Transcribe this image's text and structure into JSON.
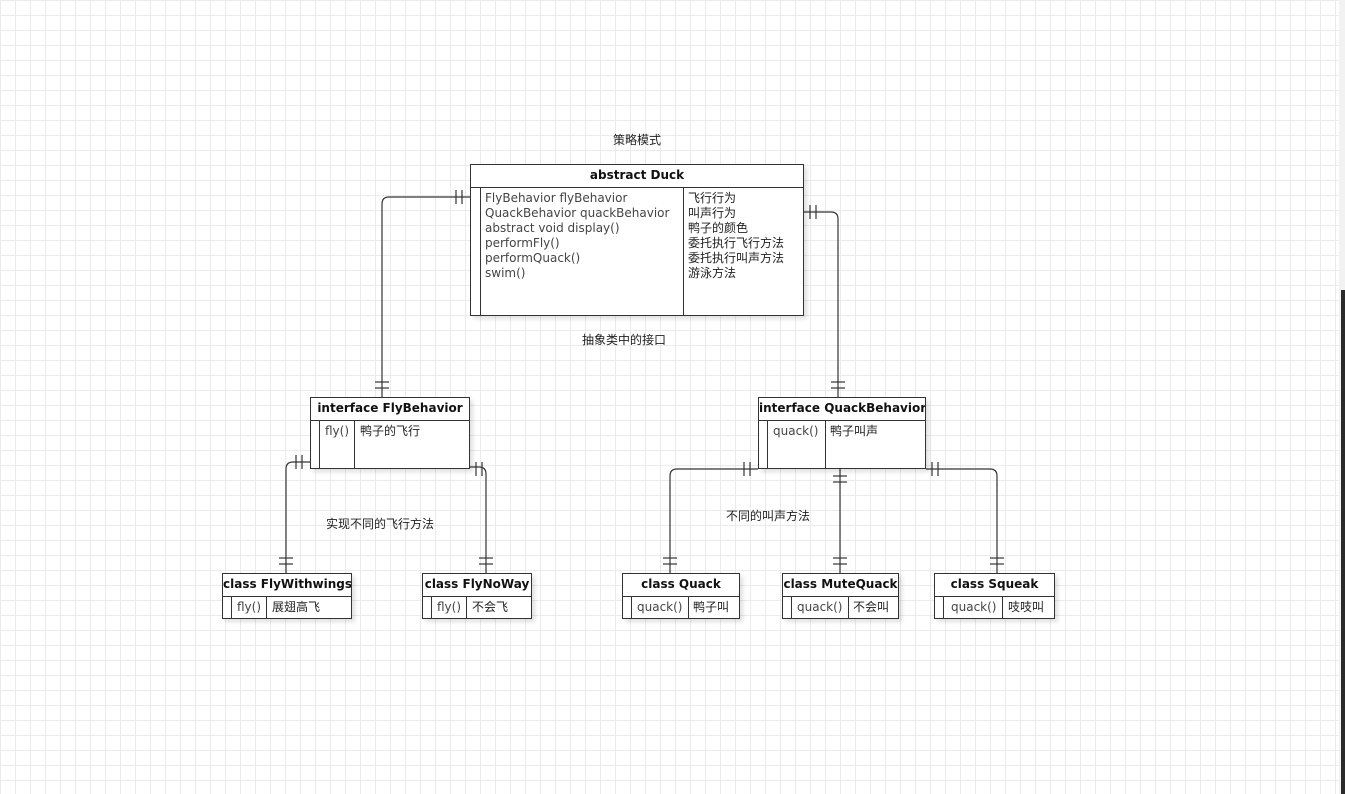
{
  "diagram_title": "策略模式",
  "annotations": {
    "interfaces_in_abstract": "抽象类中的接口",
    "fly_implementations": "实现不同的飞行方法",
    "quack_implementations": "不同的叫声方法"
  },
  "duck": {
    "title": "abstract Duck",
    "members": [
      "FlyBehavior flyBehavior",
      "QuackBehavior quackBehavior",
      "abstract void display()",
      "performFly()",
      "performQuack()",
      "swim()"
    ],
    "notes": [
      "飞行行为",
      "叫声行为",
      "鸭子的颜色",
      "委托执行飞行方法",
      "委托执行叫声方法",
      "游泳方法"
    ]
  },
  "fly_behavior": {
    "title": "interface FlyBehavior",
    "member": "fly()",
    "note": "鸭子的飞行"
  },
  "quack_behavior": {
    "title": "interface QuackBehavior",
    "member": "quack()",
    "note": "鸭子叫声"
  },
  "fly_with_wings": {
    "title": "class FlyWithwings",
    "member": "fly()",
    "note": "展翅高飞"
  },
  "fly_no_way": {
    "title": "class FlyNoWay",
    "member": "fly()",
    "note": "不会飞"
  },
  "quack": {
    "title": "class Quack",
    "member": "quack()",
    "note": "鸭子叫"
  },
  "mute_quack": {
    "title": "class MuteQuack",
    "member": "quack()",
    "note": "不会叫"
  },
  "squeak": {
    "title": "class Squeak",
    "member": "quack()",
    "note": "吱吱叫"
  }
}
